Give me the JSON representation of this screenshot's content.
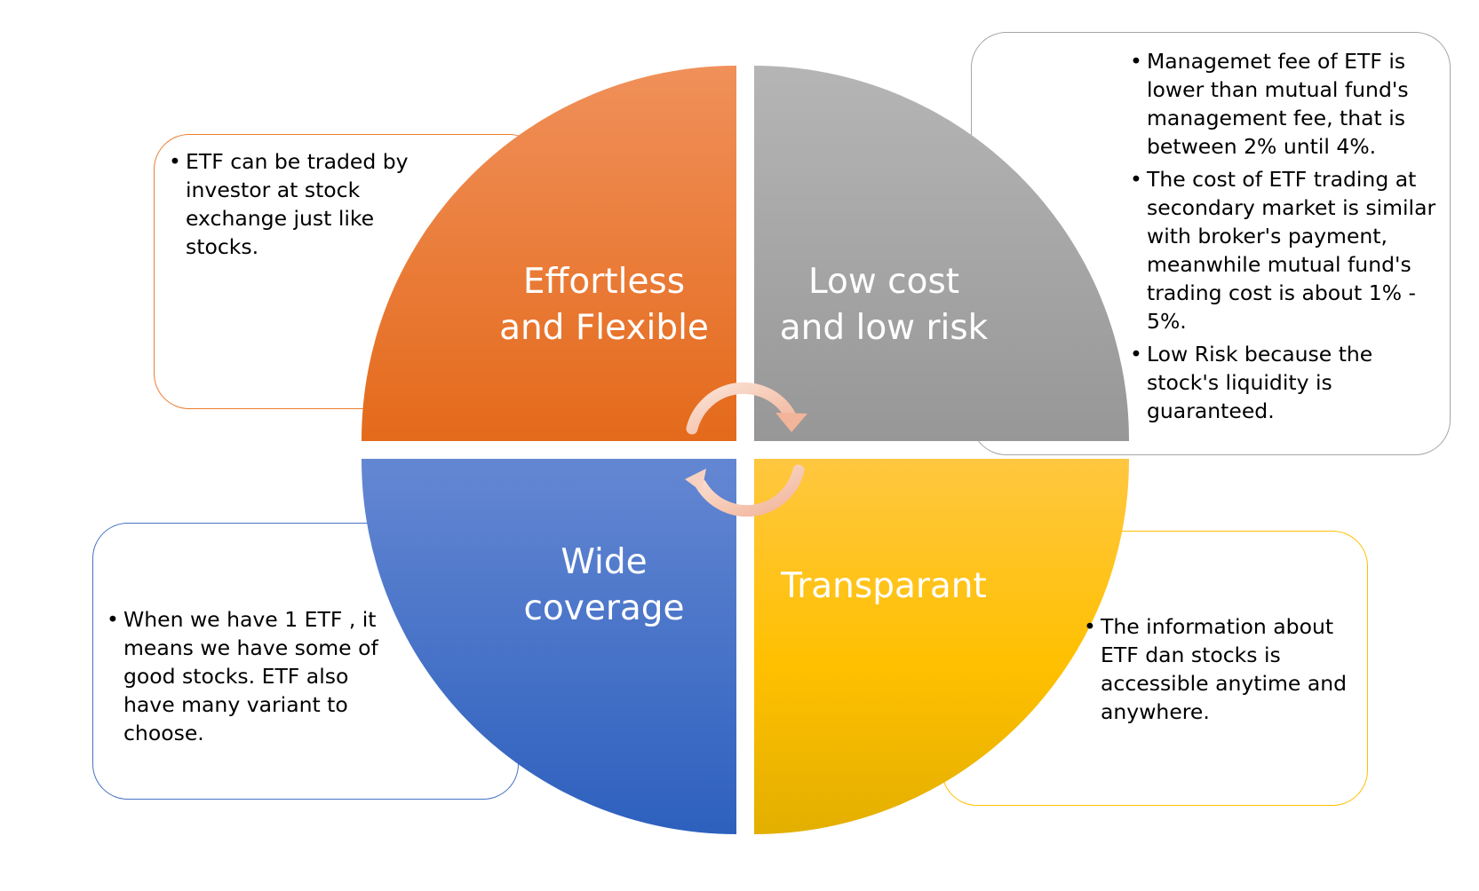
{
  "quadrants": {
    "top_left": {
      "title": [
        "Effortless",
        "and Flexible"
      ],
      "color": "#ED7D31",
      "notes": [
        "ETF can be traded by investor at stock exchange  just like stocks."
      ]
    },
    "top_right": {
      "title": [
        "Low cost",
        "and low risk"
      ],
      "color": "#A5A5A5",
      "notes": [
        "Managemet fee of ETF is lower than mutual fund's management fee, that is between 2% until 4%.",
        "The cost of ETF trading at secondary market is similar with broker's payment, meanwhile mutual fund's trading cost is about 1% - 5%.",
        " Low Risk because the stock's liquidity is guaranteed."
      ]
    },
    "bottom_left": {
      "title": [
        "Wide",
        "coverage"
      ],
      "color": "#4472C4",
      "notes": [
        "When we have 1 ETF , it means we have some of  good stocks.  ETF also have many variant to choose."
      ]
    },
    "bottom_right": {
      "title": [
        "Transparant"
      ],
      "color": "#FFC000",
      "notes": [
        "The information about ETF dan stocks is accessible  anytime and anywhere."
      ]
    }
  }
}
